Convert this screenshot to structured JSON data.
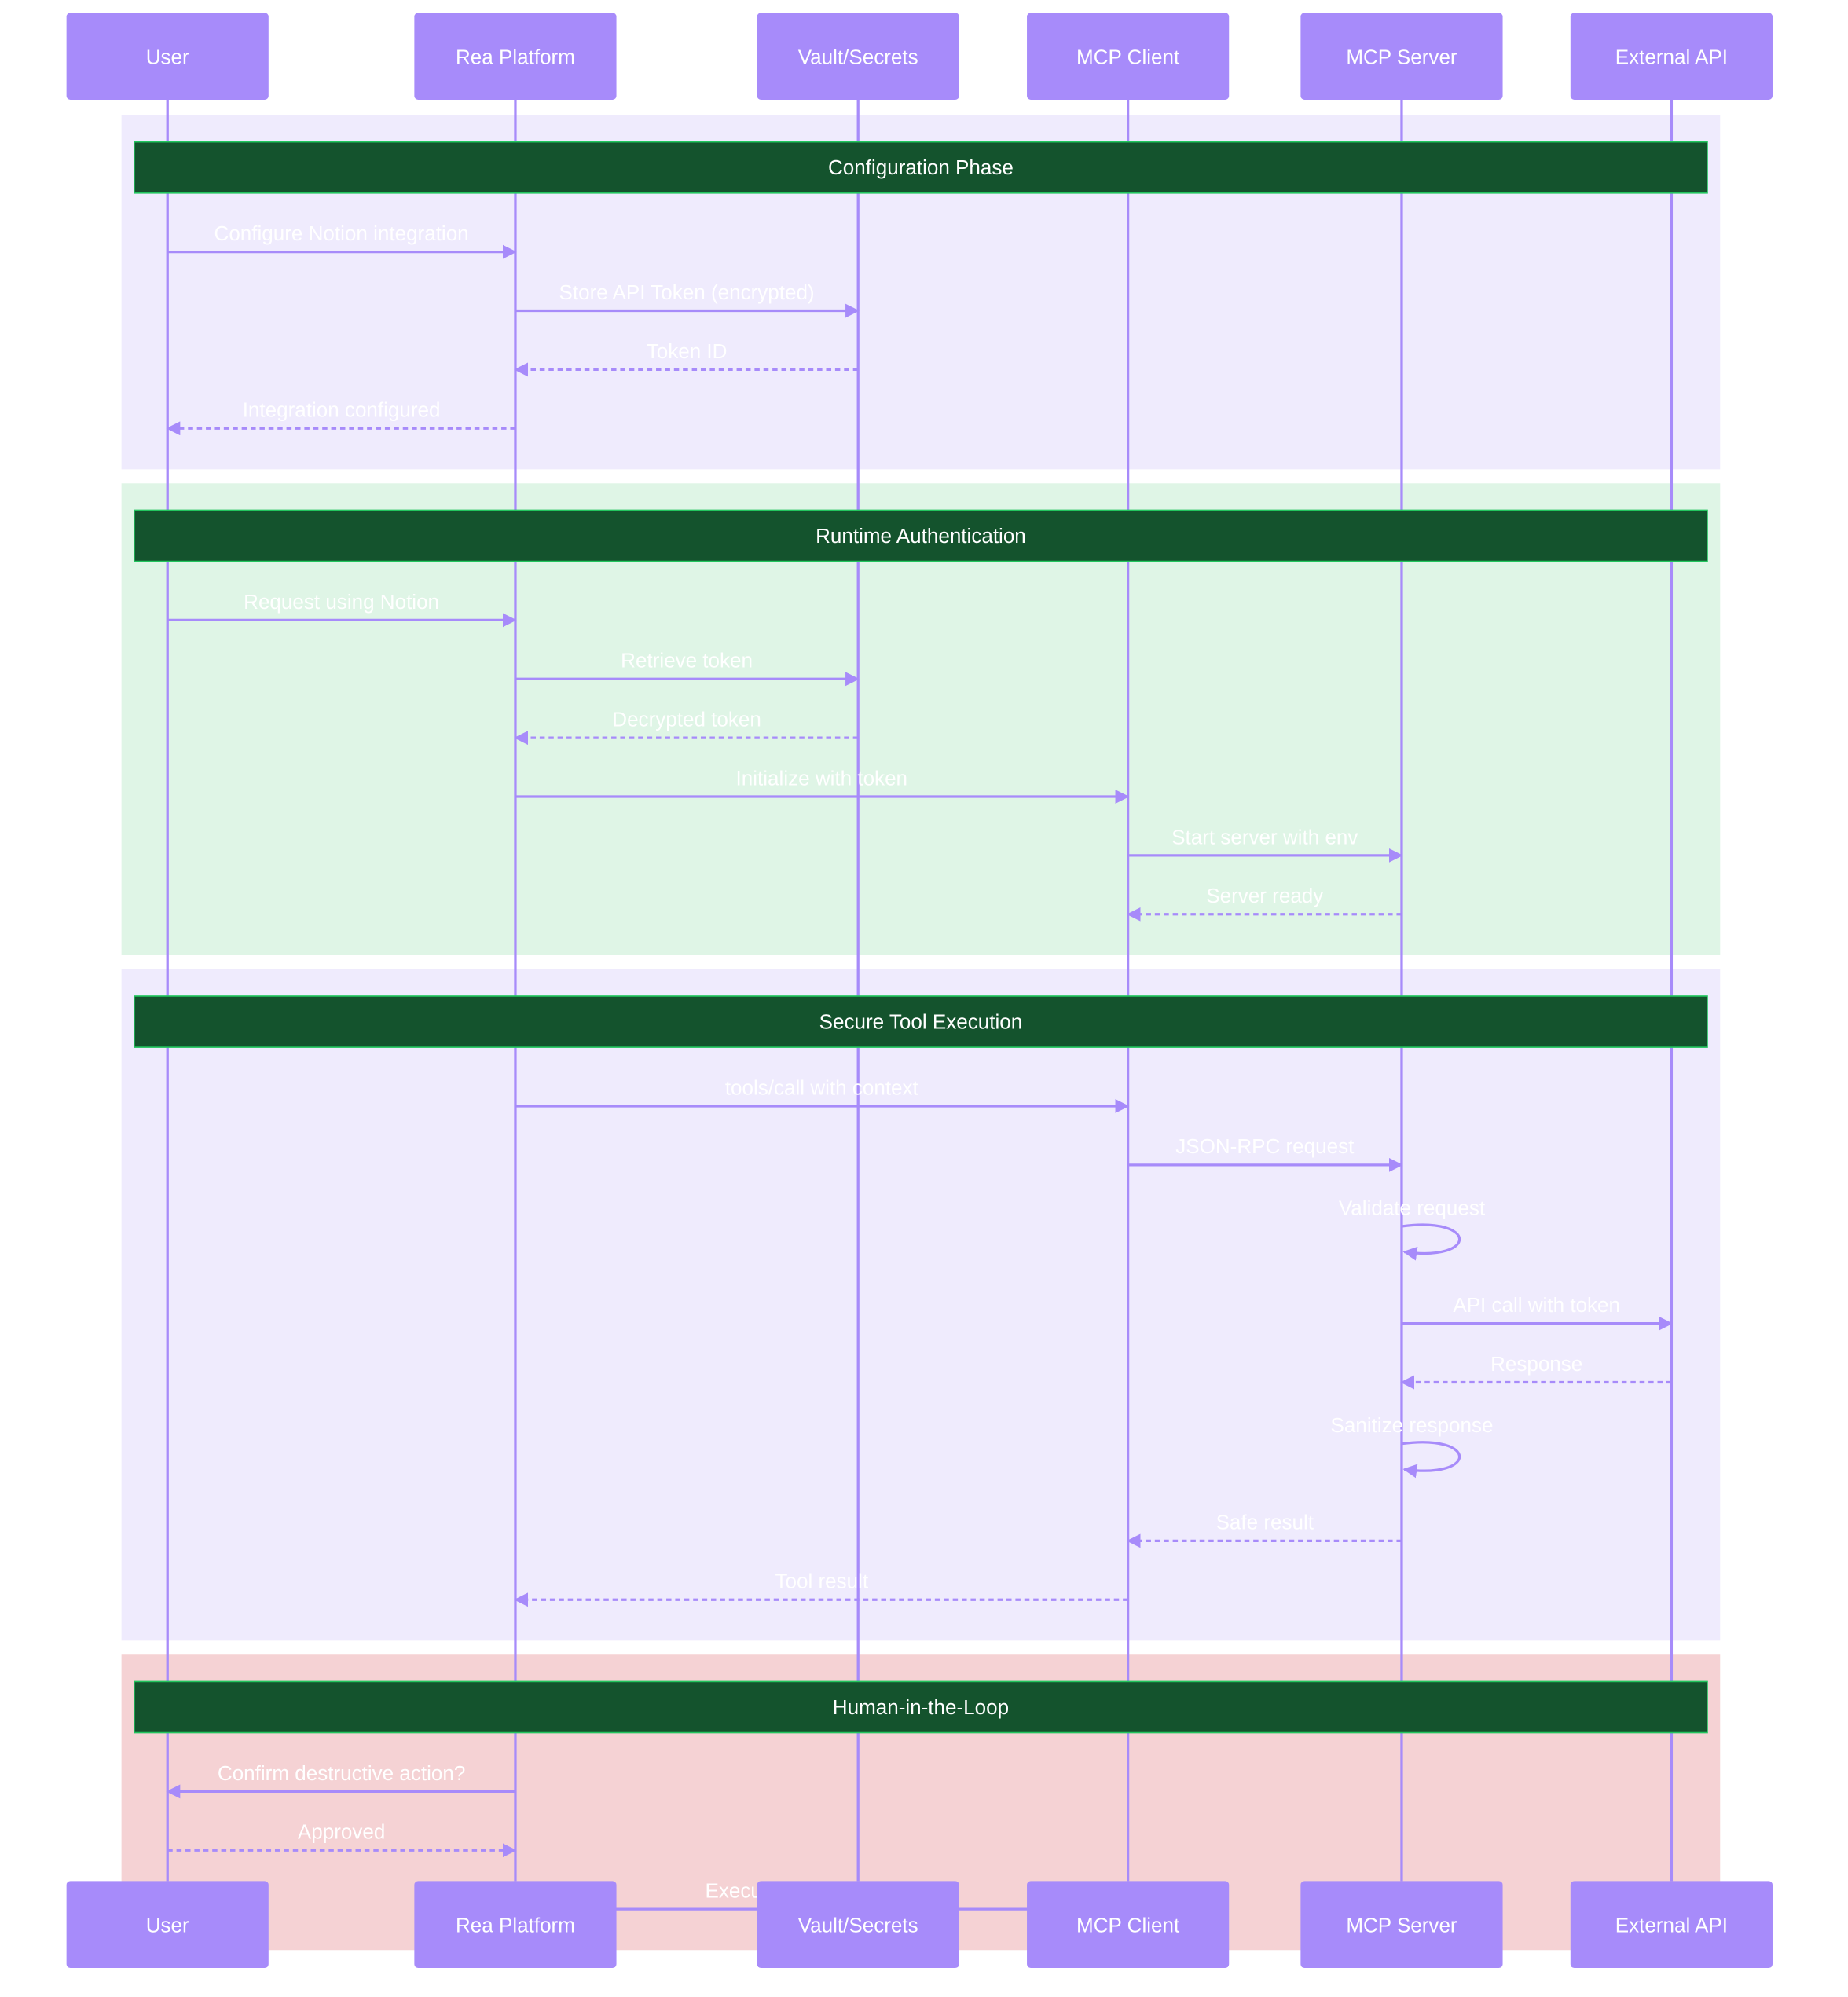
{
  "diagram": {
    "actors": [
      "User",
      "Rea Platform",
      "Vault/Secrets",
      "MCP Client",
      "MCP Server",
      "External API"
    ],
    "colors": {
      "actor_fill": "#a78bfa",
      "actor_text": "#ffffff",
      "lifeline": "#a78bfa",
      "arrow": "#a78bfa",
      "message_text": "#ffffff",
      "section_header_fill": "#14532d",
      "section_header_border": "#22c55e",
      "section_header_text": "#ffffff"
    },
    "sections": [
      {
        "title": "Configuration Phase",
        "background": "#efebfd",
        "messages": [
          {
            "from": 0,
            "to": 1,
            "label": "Configure Notion integration",
            "style": "solid"
          },
          {
            "from": 1,
            "to": 2,
            "label": "Store API Token (encrypted)",
            "style": "solid"
          },
          {
            "from": 2,
            "to": 1,
            "label": "Token ID",
            "style": "dashed"
          },
          {
            "from": 1,
            "to": 0,
            "label": "Integration configured",
            "style": "dashed"
          }
        ]
      },
      {
        "title": "Runtime Authentication",
        "background": "#dff5e6",
        "messages": [
          {
            "from": 0,
            "to": 1,
            "label": "Request using Notion",
            "style": "solid"
          },
          {
            "from": 1,
            "to": 2,
            "label": "Retrieve token",
            "style": "solid"
          },
          {
            "from": 2,
            "to": 1,
            "label": "Decrypted token",
            "style": "dashed"
          },
          {
            "from": 1,
            "to": 3,
            "label": "Initialize with token",
            "style": "solid"
          },
          {
            "from": 3,
            "to": 4,
            "label": "Start server with env",
            "style": "solid"
          },
          {
            "from": 4,
            "to": 3,
            "label": "Server ready",
            "style": "dashed"
          }
        ]
      },
      {
        "title": "Secure Tool Execution",
        "background": "#efebfd",
        "messages": [
          {
            "from": 1,
            "to": 3,
            "label": "tools/call with context",
            "style": "solid"
          },
          {
            "from": 3,
            "to": 4,
            "label": "JSON-RPC request",
            "style": "solid"
          },
          {
            "from": 4,
            "to": 4,
            "label": "Validate request",
            "style": "self"
          },
          {
            "from": 4,
            "to": 5,
            "label": "API call with token",
            "style": "solid"
          },
          {
            "from": 5,
            "to": 4,
            "label": "Response",
            "style": "dashed"
          },
          {
            "from": 4,
            "to": 4,
            "label": "Sanitize response",
            "style": "self"
          },
          {
            "from": 4,
            "to": 3,
            "label": "Safe result",
            "style": "dashed"
          },
          {
            "from": 3,
            "to": 1,
            "label": "Tool result",
            "style": "dashed"
          }
        ]
      },
      {
        "title": "Human-in-the-Loop",
        "background": "#f5d2d4",
        "messages": [
          {
            "from": 1,
            "to": 0,
            "label": "Confirm destructive action?",
            "style": "solid"
          },
          {
            "from": 0,
            "to": 1,
            "label": "Approved",
            "style": "dashed"
          },
          {
            "from": 1,
            "to": 3,
            "label": "Execute with confirmation",
            "style": "solid"
          }
        ]
      }
    ]
  }
}
